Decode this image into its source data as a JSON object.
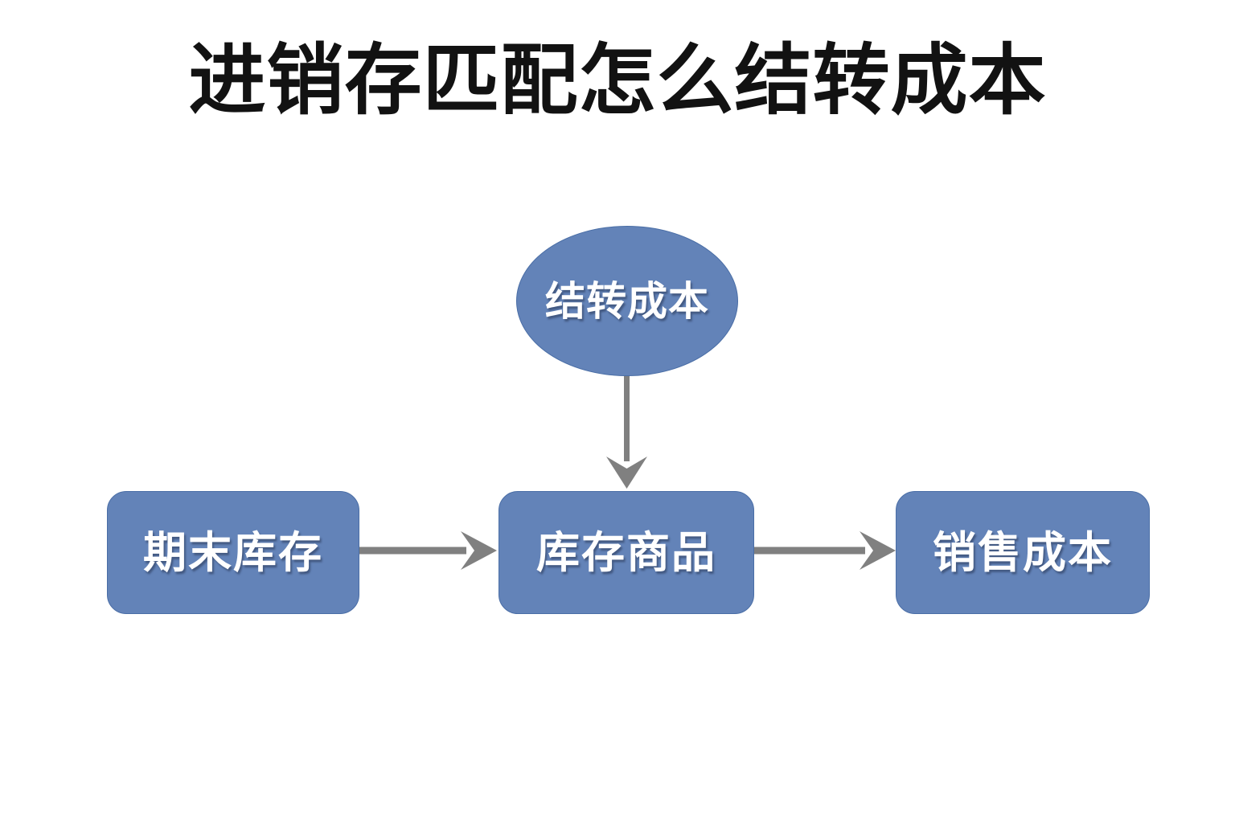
{
  "page": {
    "title": "进销存匹配怎么结转成本",
    "background_color": "#ffffff"
  },
  "theme": {
    "node_fill": "#6383b8",
    "node_border": "#4a6ea6",
    "node_text": "#ffffff",
    "connector_color": "#808080",
    "title_color": "#121212"
  },
  "diagram": {
    "nodes": [
      {
        "id": "carry-cost",
        "label": "结转成本",
        "shape": "ellipse"
      },
      {
        "id": "ending-inventory",
        "label": "期末库存",
        "shape": "rounded-rectangle"
      },
      {
        "id": "inventory-goods",
        "label": "库存商品",
        "shape": "rounded-rectangle"
      },
      {
        "id": "cost-of-sales",
        "label": "销售成本",
        "shape": "rounded-rectangle"
      }
    ],
    "edges": [
      {
        "id": "carry-cost-to-inventory-goods",
        "from": "carry-cost",
        "to": "inventory-goods",
        "direction": "down",
        "label": ""
      },
      {
        "id": "ending-inventory-to-inventory-goods",
        "from": "ending-inventory",
        "to": "inventory-goods",
        "direction": "right",
        "label": ""
      },
      {
        "id": "inventory-goods-to-cost-of-sales",
        "from": "inventory-goods",
        "to": "cost-of-sales",
        "direction": "right",
        "label": ""
      }
    ]
  }
}
